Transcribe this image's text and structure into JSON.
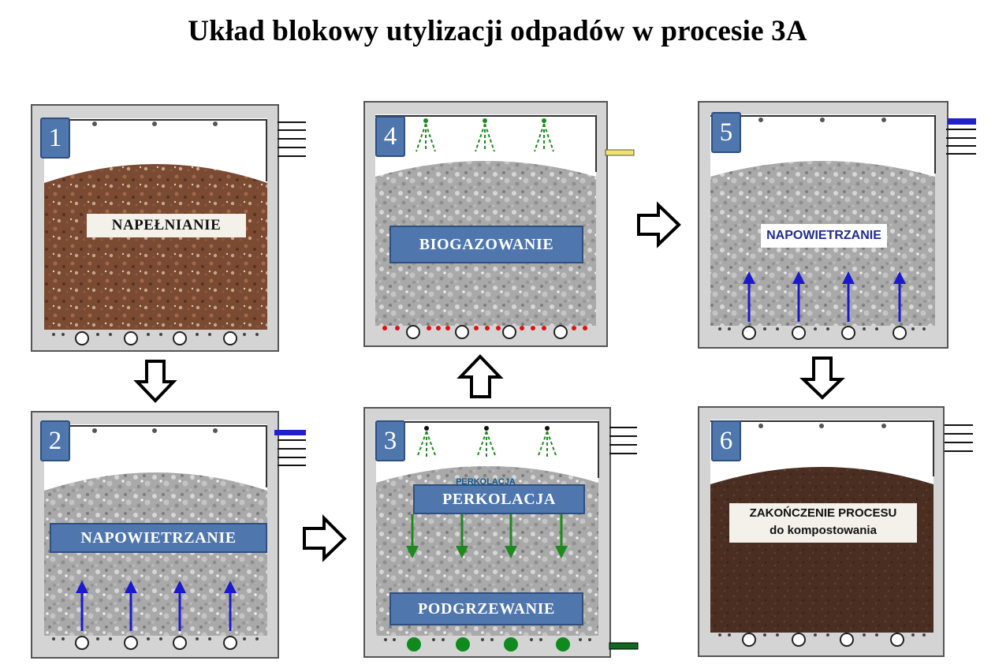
{
  "title": "Układ blokowy utylizacji odpadów w procesie 3A",
  "colors": {
    "badge": "#4f77ae",
    "label_blue": "#4f77ae",
    "arrow_blue": "#1a1acc",
    "arrow_green": "#1e8a1e",
    "heat_dot": "#0e8a1e",
    "biogas_dot": "#e01010",
    "vessel": "#d4d4d4"
  },
  "stages": [
    {
      "number": "1",
      "label": "NAPEŁNIANIE"
    },
    {
      "number": "2",
      "label": "NAPOWIETRZANIE"
    },
    {
      "number": "3",
      "labels": [
        "PERKOLACJA",
        "PODGRZEWANIE"
      ],
      "ghost": "PERKOLACJA"
    },
    {
      "number": "4",
      "label": "BIOGAZOWANIE"
    },
    {
      "number": "5",
      "label": "NAPOWIETRZANIE"
    },
    {
      "number": "6",
      "label_line1": "ZAKOŃCZENIE PROCESU",
      "label_line2": "do kompostowania"
    }
  ]
}
